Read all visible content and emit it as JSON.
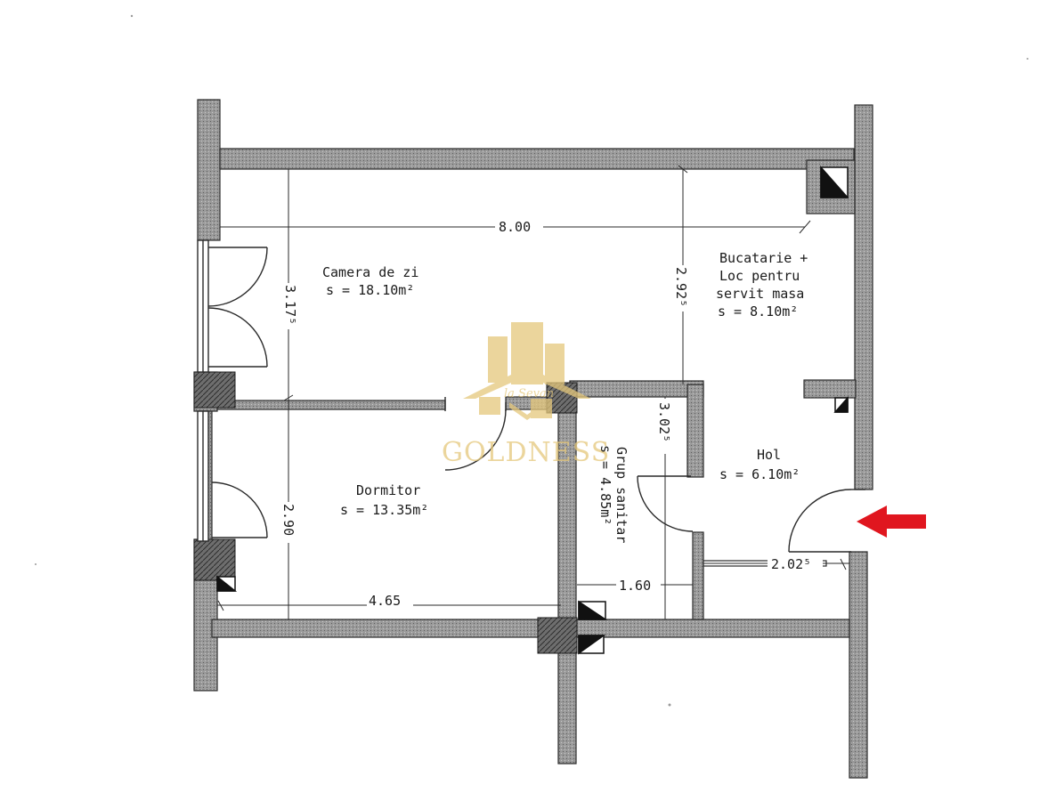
{
  "rooms": {
    "camera_de_zi": {
      "name": "Camera de zi",
      "area": "s = 18.10m²"
    },
    "bucatarie": {
      "name_line1": "Bucatarie +",
      "name_line2": "Loc pentru",
      "name_line3": "servit masa",
      "area": "s = 8.10m²"
    },
    "dormitor": {
      "name": "Dormitor",
      "area": "s = 13.35m²"
    },
    "grup_sanitar": {
      "name": "Grup sanitar",
      "area": "s = 4.85m²"
    },
    "hol": {
      "name": "Hol",
      "area": "s = 6.10m²"
    }
  },
  "dimensions": {
    "total_width": "8.00",
    "living_height": "3.17⁵",
    "kitchen_height": "2.92⁵",
    "bath_height": "3.02⁵",
    "bedroom_height": "2.90",
    "bedroom_width": "4.65",
    "bath_width": "1.60",
    "hall_width": "2.02⁵"
  },
  "watermark": {
    "brand": "GOLDNESS",
    "tagline": "la Sevan"
  },
  "colors": {
    "wall": "#8e8e8e",
    "line": "#2a2a2a",
    "arrow": "#e0161f",
    "watermark": "#e5c87c"
  }
}
